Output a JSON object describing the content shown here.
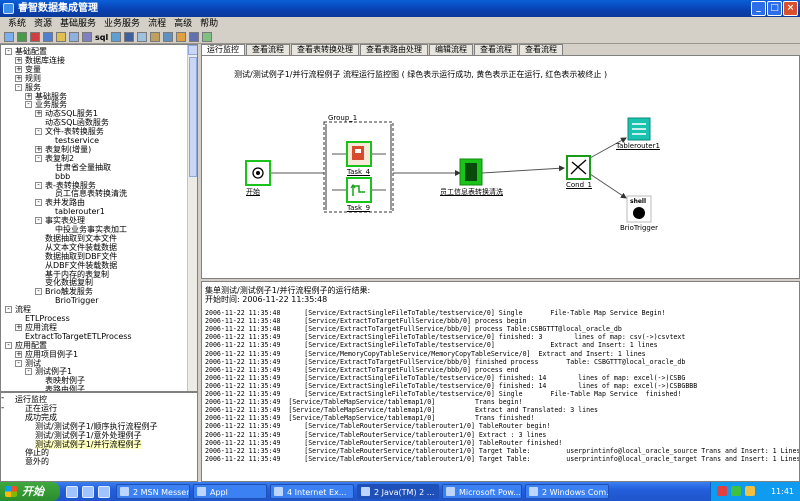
{
  "window": {
    "title": "睿智数据集成管理",
    "btn_min": "_",
    "btn_max": "□",
    "btn_close": "×"
  },
  "menu": [
    "系统",
    "资源",
    "基础服务",
    "业务服务",
    "流程",
    "高级",
    "帮助"
  ],
  "toolbar": {
    "sql_label": "sql"
  },
  "tree": [
    {
      "label": "基础配置",
      "level": 0,
      "box": "-"
    },
    {
      "label": "数据库连接",
      "level": 1,
      "box": "+"
    },
    {
      "label": "变量",
      "level": 1,
      "box": "+"
    },
    {
      "label": "规则",
      "level": 1,
      "box": "+"
    },
    {
      "label": "服务",
      "level": 1,
      "box": "-"
    },
    {
      "label": "基础服务",
      "level": 2,
      "box": "+"
    },
    {
      "label": "业务服务",
      "level": 2,
      "box": "-"
    },
    {
      "label": "动态SQL服务1",
      "level": 3,
      "box": "+"
    },
    {
      "label": "动态SQL函数服务",
      "level": 3,
      "box": ""
    },
    {
      "label": "文件-表转换服务",
      "level": 3,
      "box": "-"
    },
    {
      "label": "testservice",
      "level": 4,
      "box": ""
    },
    {
      "label": "表复制(增量)",
      "level": 3,
      "box": "+"
    },
    {
      "label": "表复制2",
      "level": 3,
      "box": "-"
    },
    {
      "label": "甘肃省全量抽取",
      "level": 4,
      "box": ""
    },
    {
      "label": "bbb",
      "level": 4,
      "box": ""
    },
    {
      "label": "表-表转换服务",
      "level": 3,
      "box": "-"
    },
    {
      "label": "员工信息表转换清洗",
      "level": 4,
      "box": ""
    },
    {
      "label": "表并发路由",
      "level": 3,
      "box": "-"
    },
    {
      "label": "tablerouter1",
      "level": 4,
      "box": ""
    },
    {
      "label": "事实表处理",
      "level": 3,
      "box": "-"
    },
    {
      "label": "中投业务事实表加工",
      "level": 4,
      "box": ""
    },
    {
      "label": "数据抽取到文本文件",
      "level": 3,
      "box": ""
    },
    {
      "label": "从文本文件装载数据",
      "level": 3,
      "box": ""
    },
    {
      "label": "数据抽取到DBF文件",
      "level": 3,
      "box": ""
    },
    {
      "label": "从DBF文件装载数据",
      "level": 3,
      "box": ""
    },
    {
      "label": "基于内存的表复制",
      "level": 3,
      "box": ""
    },
    {
      "label": "变化数据复制",
      "level": 3,
      "box": ""
    },
    {
      "label": "Brio触发服务",
      "level": 3,
      "box": "-"
    },
    {
      "label": "BrioTrigger",
      "level": 4,
      "box": ""
    },
    {
      "label": "流程",
      "level": 0,
      "box": "-"
    },
    {
      "label": "ETLProcess",
      "level": 1,
      "box": ""
    },
    {
      "label": "应用流程",
      "level": 1,
      "box": "+"
    },
    {
      "label": "ExtractToTargetETLProcess",
      "level": 1,
      "box": ""
    },
    {
      "label": "应用配置",
      "level": 0,
      "box": "-"
    },
    {
      "label": "应用项目例子1",
      "level": 1,
      "box": "+"
    },
    {
      "label": "测试",
      "level": 1,
      "box": "-"
    },
    {
      "label": "测试例子1",
      "level": 2,
      "box": "-"
    },
    {
      "label": "表映射例子",
      "level": 3,
      "box": ""
    },
    {
      "label": "表路由例子",
      "level": 3,
      "box": ""
    }
  ],
  "tree2": [
    {
      "label": "运行监控",
      "level": 0,
      "box": "-"
    },
    {
      "label": "正在运行",
      "level": 1,
      "box": ""
    },
    {
      "label": "成功完成",
      "level": 1,
      "box": "-"
    },
    {
      "label": "测试/测试例子1/顺序执行流程例子",
      "level": 2,
      "box": ""
    },
    {
      "label": "测试/测试例子1/意外处理例子",
      "level": 2,
      "box": ""
    },
    {
      "label": "测试/测试例子1/并行流程例子",
      "level": 2,
      "box": "",
      "selected": true
    },
    {
      "label": "停止的",
      "level": 1,
      "box": ""
    },
    {
      "label": "意外的",
      "level": 1,
      "box": ""
    }
  ],
  "tabs": [
    "运行监控",
    "查看流程",
    "查看表转换处理",
    "查看表路由处理",
    "编辑流程",
    "查看流程",
    "查看流程"
  ],
  "canvas": {
    "caption": "测试/测试例子1/并行流程例子 流程运行监控图 ( 绿色表示运行成功, 黄色表示正在运行, 红色表示被终止 )",
    "nodes": {
      "start": "开始",
      "group": "Group_1",
      "task4": "Task_4",
      "task9": "Task_9",
      "clean": "员工信息表转换清洗",
      "cond": "Cond_1",
      "router": "Tablerouter1",
      "brio": "BrioTrigger",
      "shell_text": "shell"
    }
  },
  "log": {
    "header1": "集单测试/测试例子1/并行流程例子的运行结果:",
    "header2": "开始时间: 2006-11-22 11:35:48",
    "lines": [
      "2006-11-22 11:35:48      [Service/ExtractSingleFileToTable/testservice/0] Single       File-Table Map Service Begin!",
      "2006-11-22 11:35:48      [Service/ExtractToTargetFullService/bbb/0] process begin",
      "2006-11-22 11:35:48      [Service/ExtractToTargetFullService/bbb/0] process Table:CSBGTTT@local_oracle_db",
      "2006-11-22 11:35:49      [Service/ExtractSingleFileToTable/testservice/0] finished: 3        lines of map: csv(->)csvtext",
      "2006-11-22 11:35:49      [Service/ExtractSingleFileToTable/testservice/0]              Extract and Insert: 1 lines",
      "2006-11-22 11:35:49      [Service/MemoryCopyTableService/MemoryCopyTableService/0]  Extract and Insert: 1 lines",
      "2006-11-22 11:35:49      [Service/ExtractToTargetFullService/bbb/0] finished process       Table: CSBGTTT@local_oracle_db",
      "2006-11-22 11:35:49      [Service/ExtractToTargetFullService/bbb/0] process end",
      "2006-11-22 11:35:49      [Service/ExtractSingleFileToTable/testservice/0] finished: 14        lines of map: excel(->)CSBG",
      "2006-11-22 11:35:49      [Service/ExtractSingleFileToTable/testservice/0] finished: 14        lines of map: excel(->)CSBGBBB",
      "2006-11-22 11:35:49      [Service/ExtractSingleFileToTable/testservice/0] Single       File-Table Map Service  finished!",
      "2006-11-22 11:35:49  [Service/TableMapService/tablemap1/0]          Trans begin!",
      "2006-11-22 11:35:49  [Service/TableMapService/tablemap1/0]          Extract and Translated: 3 lines",
      "2006-11-22 11:35:49  [Service/TableMapService/tablemap1/0]          Trans finished!",
      "2006-11-22 11:35:49      [Service/TableRouterService/tablerouter1/0] TableRouter begin!",
      "2006-11-22 11:35:49      [Service/TableRouterService/tablerouter1/0] Extract : 3 lines",
      "2006-11-22 11:35:49      [Service/TableRouterService/tablerouter1/0] TableRouter finished!",
      "2006-11-22 11:35:49      [Service/TableRouterService/tablerouter1/0] Target Table:         userprintinfo@local_oracle_source Trans and Insert: 1 Lines",
      "2006-11-22 11:35:49      [Service/TableRouterService/tablerouter1/0] Target Table:         userprintinfo@local_oracle_target Trans and Insert: 1 Lines"
    ]
  },
  "taskbar": {
    "start": "开始",
    "tasks": [
      {
        "label": "2 MSN Messenger",
        "active": false
      },
      {
        "label": "Appl",
        "active": false
      },
      {
        "label": "4 Internet Ex...",
        "active": false
      },
      {
        "label": "2 Java(TM) 2 ...",
        "active": true
      },
      {
        "label": "Microsoft Pow...",
        "active": false
      },
      {
        "label": "2 Windows Com...",
        "active": false
      }
    ],
    "clock": "11:41"
  },
  "colors": {
    "success": "#19c319",
    "group_border": "#333333",
    "cond_border": "#1a9b1a"
  }
}
